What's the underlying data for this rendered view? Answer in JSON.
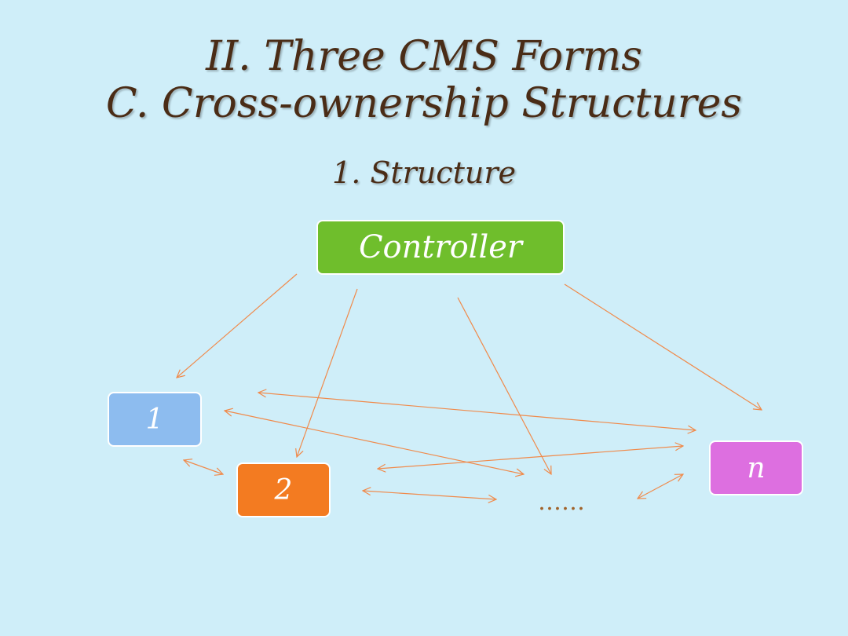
{
  "title": {
    "line1": "II. Three CMS Forms",
    "line2": "C. Cross-ownership Structures"
  },
  "subtitle": "1. Structure",
  "nodes": {
    "controller": "Controller",
    "node1": "1",
    "node2": "2",
    "nodeN": "n",
    "ellipsis": "……"
  },
  "colors": {
    "background": "#cfeef9",
    "title_text": "#4a2c16",
    "controller_fill": "#6fbe2c",
    "node1_fill": "#8dbcef",
    "node2_fill": "#f37b21",
    "nodeN_fill": "#dd6fe0",
    "arrow": "#f08a4b"
  }
}
